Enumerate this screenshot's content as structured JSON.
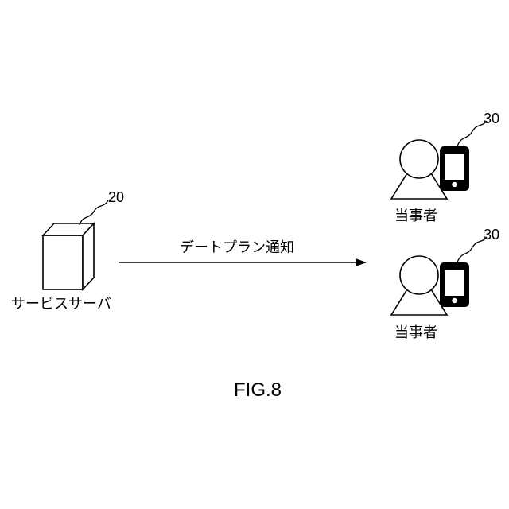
{
  "figure": {
    "caption": "FIG.8"
  },
  "server": {
    "ref": "20",
    "label": "サービスサーバ"
  },
  "arrow": {
    "label": "デートプラン通知"
  },
  "parties": [
    {
      "ref": "30",
      "label": "当事者"
    },
    {
      "ref": "30",
      "label": "当事者"
    }
  ],
  "icons": {
    "server": "server-box-icon",
    "person": "person-icon",
    "phone": "smartphone-icon"
  }
}
